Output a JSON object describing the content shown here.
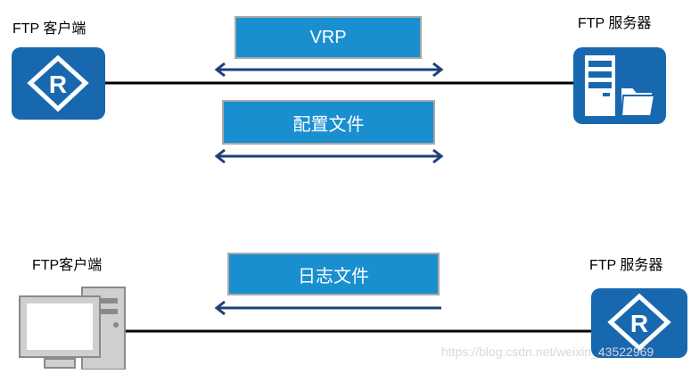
{
  "scenario1": {
    "client_label": "FTP 客户端",
    "server_label": "FTP 服务器",
    "transfer_1": "VRP",
    "transfer_2": "配置文件"
  },
  "scenario2": {
    "client_label": "FTP客户端",
    "server_label": "FTP 服务器",
    "transfer": "日志文件"
  },
  "router_glyph": "R",
  "watermark": "https://blog.csdn.net/weixin_43522969",
  "colors": {
    "device_blue": "#1868b0",
    "transfer_box": "#1a8fd0",
    "arrow": "#1f3f7a",
    "link": "#000000"
  }
}
